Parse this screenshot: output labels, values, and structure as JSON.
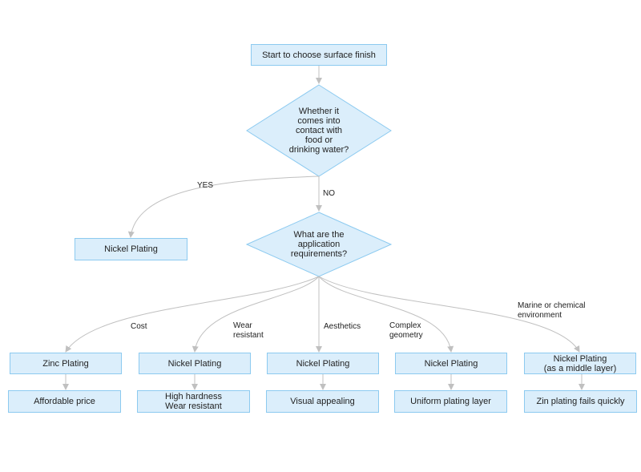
{
  "start": "Start to choose surface finish",
  "decision1": "Whether it\ncomes into\ncontact with\nfood or\ndrinking water?",
  "yes_label": "YES",
  "no_label": "NO",
  "yes_result": "Nickel Plating",
  "decision2": "What are the\napplication\nrequirements?",
  "branches": [
    {
      "label": "Cost",
      "finish": "Zinc Plating",
      "result": "Affordable price"
    },
    {
      "label": "Wear\nresistant",
      "finish": "Nickel Plating",
      "result": "High hardness\nWear resistant"
    },
    {
      "label": "Aesthetics",
      "finish": "Nickel Plating",
      "result": "Visual appealing"
    },
    {
      "label": "Complex\ngeometry",
      "finish": "Nickel Plating",
      "result": "Uniform plating layer"
    },
    {
      "label": "Marine or chemical\nenvironment",
      "finish": "Nickel Plating\n(as a middle layer)",
      "result": "Zin plating fails quickly"
    }
  ],
  "colors": {
    "fill": "#dbeefb",
    "border": "#8ccaf0",
    "connector": "#c0c0c0"
  }
}
